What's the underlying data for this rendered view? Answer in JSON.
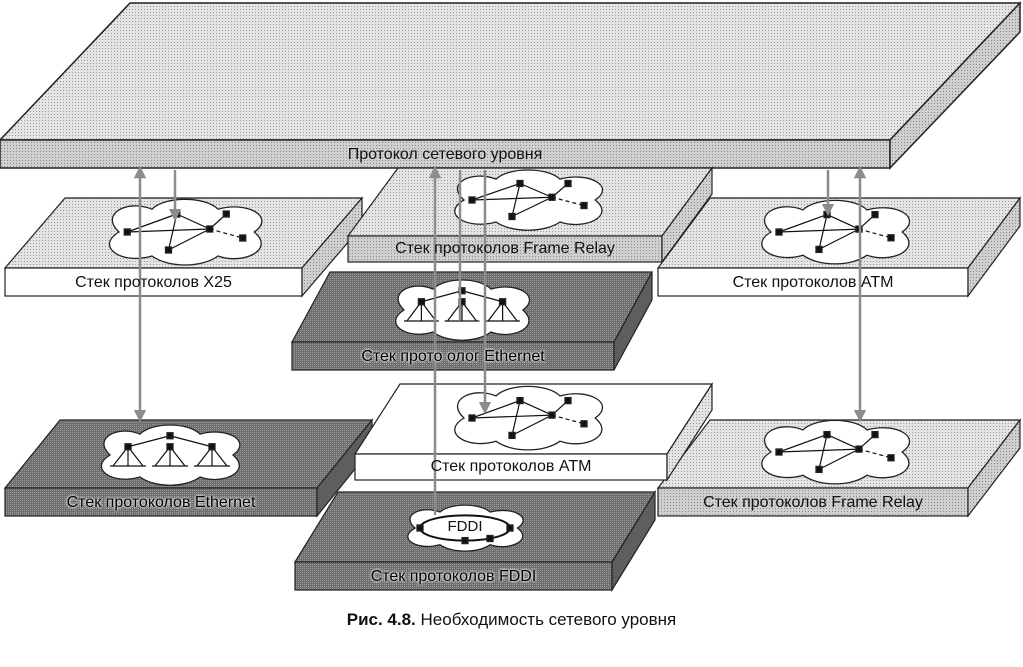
{
  "diagram": {
    "network_layer": {
      "label": "Протокол сетевого уровня"
    },
    "stacks": {
      "x25": {
        "label": "Стек протоколов X25"
      },
      "frame_relay_top": {
        "label": "Стек протоколов Frame Relay"
      },
      "atm_right": {
        "label": "Стек протоколов ATM"
      },
      "ethernet_center": {
        "label": "Стек прото олог Ethernet"
      },
      "ethernet_left": {
        "label": "Стек протоколов Ethernet"
      },
      "atm_center": {
        "label": "Стек протоколов ATM"
      },
      "frame_relay_right": {
        "label": "Стек протоколов Frame Relay"
      },
      "fddi": {
        "label": "Стек протоколов FDDI",
        "ring_label": "FDDI"
      }
    }
  },
  "caption": {
    "prefix": "Рис. 4.8.",
    "text": " Необходимость сетевого уровня"
  },
  "colors": {
    "light_slab": "#d9d9d9",
    "white_slab": "#ffffff",
    "dark_slab": "#7a7a7a",
    "cloud": "#ffffff",
    "arrow": "#8c8c8c",
    "outline": "#222222"
  }
}
